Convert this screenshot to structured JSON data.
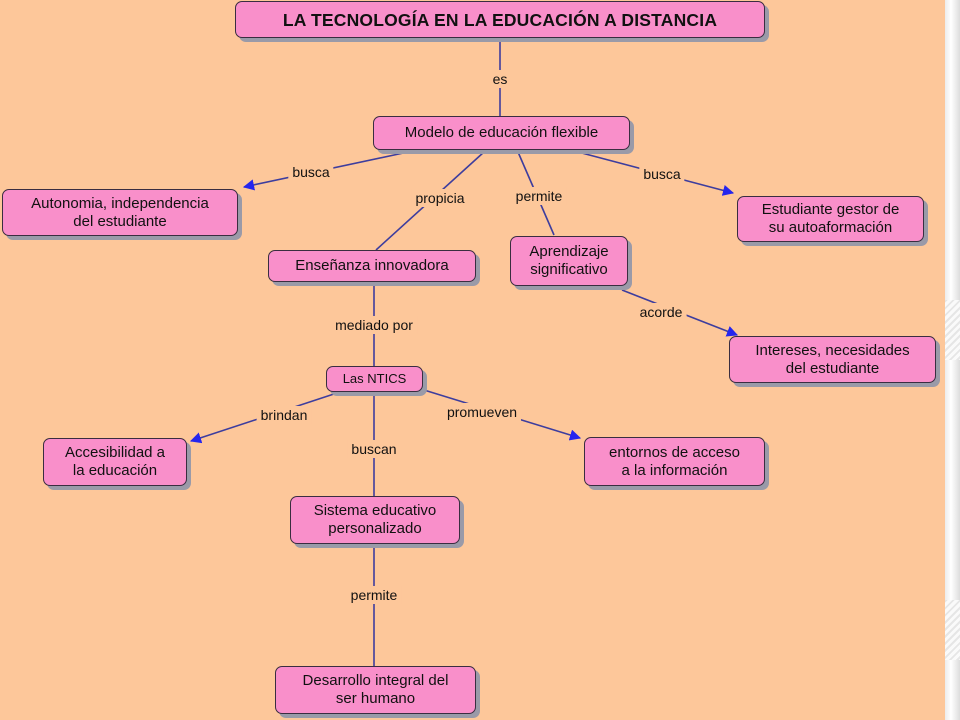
{
  "map": {
    "colors": {
      "background": "#fdc79a",
      "node_fill": "#f98fca",
      "line": "#3d3d9e",
      "arrow": "#2525ee"
    },
    "nodes": {
      "title": "LA TECNOLOGÍA EN LA EDUCACIÓN A DISTANCIA",
      "modelo": "Modelo de educación flexible",
      "autonomia": "Autonomia, independencia\ndel estudiante",
      "gestor": "Estudiante gestor de\nsu autoaformación",
      "ensenanza": "Enseñanza innovadora",
      "aprendizaje": "Aprendizaje\nsignificativo",
      "intereses": "Intereses, necesidades\ndel estudiante",
      "ntics": "Las NTICS",
      "accesibilidad": "Accesibilidad a\nla educación",
      "entornos": "entornos de acceso\na la información",
      "sistema": "Sistema educativo\npersonalizado",
      "desarrollo": "Desarrollo integral del\nser humano"
    },
    "links": {
      "es": "es",
      "busca_left": "busca",
      "propicia": "propicia",
      "permite_1": "permite",
      "busca_right": "busca",
      "acorde": "acorde",
      "mediado_por": "mediado por",
      "brindan": "brindan",
      "promueven": "promueven",
      "buscan": "buscan",
      "permite_2": "permite"
    }
  }
}
